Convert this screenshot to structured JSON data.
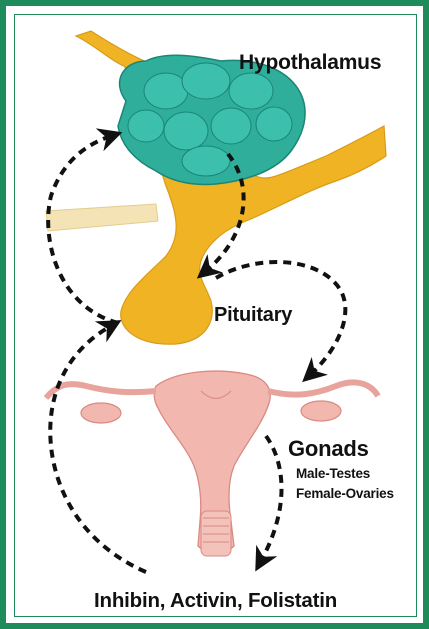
{
  "labels": {
    "hypothalamus": "Hypothalamus",
    "pituitary": "Pituitary",
    "gonads": "Gonads",
    "male": "Male-Testes",
    "female": "Female-Ovaries",
    "hormones": "Inhibin, Activin, Folistatin"
  },
  "colors": {
    "border": "#1e8c5a",
    "hypothalamus": "#2fae9c",
    "pituitary": "#f0b323",
    "uterus": "#f2b8b0",
    "arrow": "#111111"
  }
}
